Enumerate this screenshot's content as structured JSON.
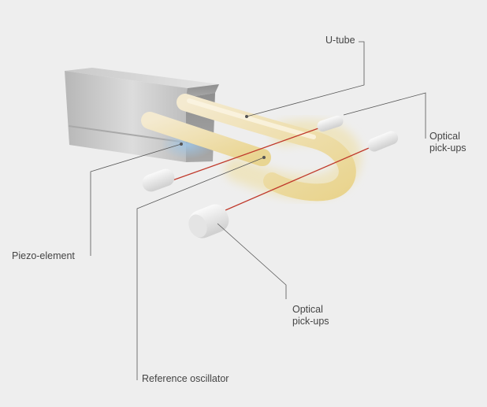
{
  "labels": {
    "u_tube": "U-tube",
    "optical_pickups_right": [
      "Optical",
      "pick-ups"
    ],
    "piezo_element": "Piezo-element",
    "optical_pickups_bottom": [
      "Optical",
      "pick-ups"
    ],
    "reference_oscillator": "Reference oscillator"
  },
  "colors": {
    "background": "#eeeeee",
    "leader_line": "#555555",
    "laser_beam": "#c0392b",
    "tube": "#efe2b0"
  }
}
